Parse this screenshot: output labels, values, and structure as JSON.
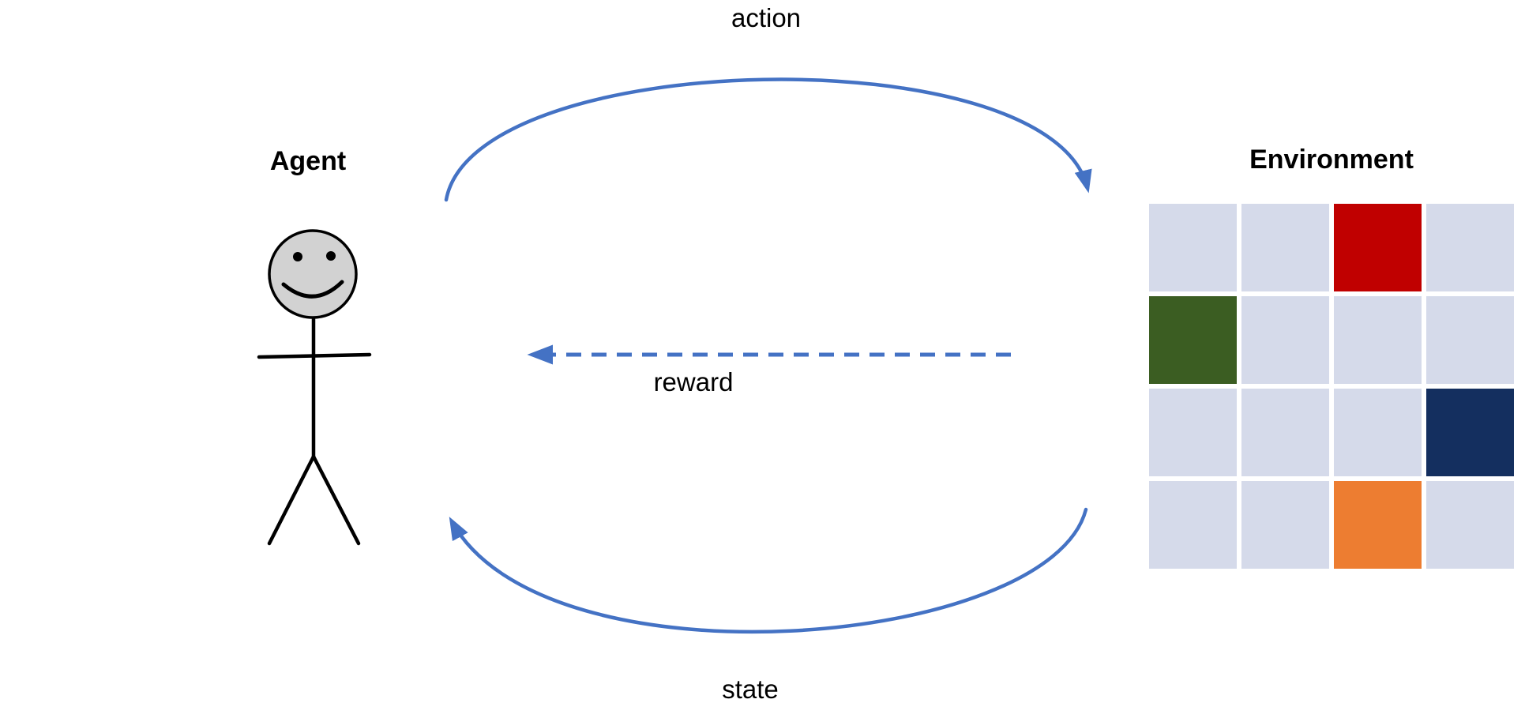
{
  "diagram": {
    "title": "agent-environment-reinforcement-learning-loop"
  },
  "labels": {
    "action": "action",
    "reward": "reward",
    "state": "state",
    "agent": "Agent",
    "environment": "Environment"
  },
  "colors": {
    "arrow": "#4472C4",
    "stick_outline": "#000000",
    "agent_head_fill": "#D2D2D2",
    "text": "#000000",
    "background": "#FFFFFF"
  },
  "grid": {
    "rows": 4,
    "cols": 4,
    "cells": [
      "light",
      "light",
      "red",
      "light",
      "green",
      "light",
      "light",
      "light",
      "light",
      "light",
      "light",
      "navy",
      "light",
      "light",
      "orange",
      "light"
    ],
    "palette": {
      "light": "#D5DAEA",
      "red": "#C00000",
      "green": "#3B5D22",
      "navy": "#142F5F",
      "orange": "#ED7D31"
    }
  }
}
